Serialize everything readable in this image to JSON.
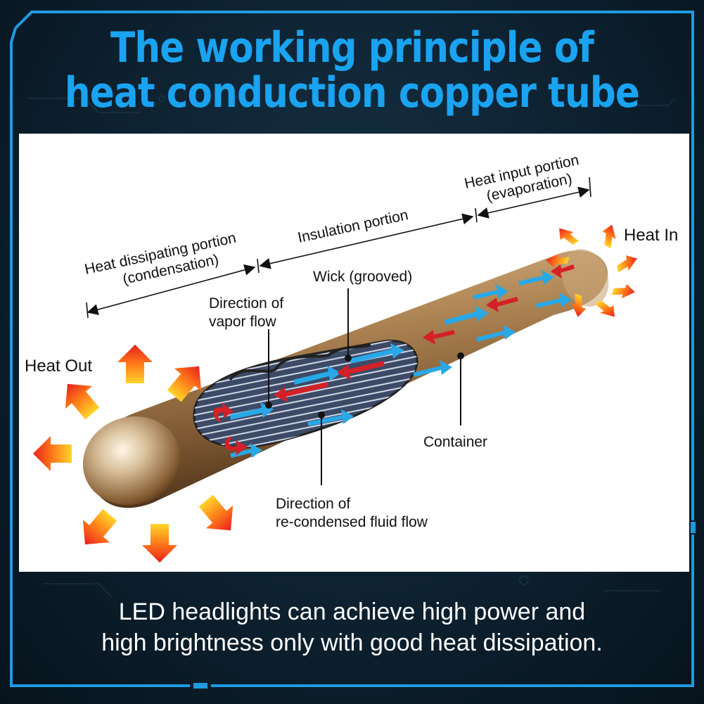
{
  "title": {
    "line1": "The working principle of",
    "line2": "heat conduction copper tube"
  },
  "diagram": {
    "heat_dissipating_line1": "Heat dissipating portion",
    "heat_dissipating_line2": "(condensation)",
    "insulation": "Insulation portion",
    "heat_input_line1": "Heat input portion",
    "heat_input_line2": "(evaporation)",
    "heat_in": "Heat In",
    "heat_out": "Heat Out",
    "wick": "Wick (grooved)",
    "vapor_line1": "Direction of",
    "vapor_line2": "vapor flow",
    "container": "Container",
    "fluid_line1": "Direction of",
    "fluid_line2": "re-condensed fluid flow"
  },
  "caption": {
    "line1": "LED headlights can achieve high power and",
    "line2": "high brightness only with good heat dissipation."
  },
  "colors": {
    "title": "#1aa3f0",
    "frame": "#1e9be0",
    "vapor_arrow": "#29a8e8",
    "fluid_arrow": "#d42027",
    "heat_arrow": "#f04a1c",
    "copper": "#b08a5a"
  }
}
